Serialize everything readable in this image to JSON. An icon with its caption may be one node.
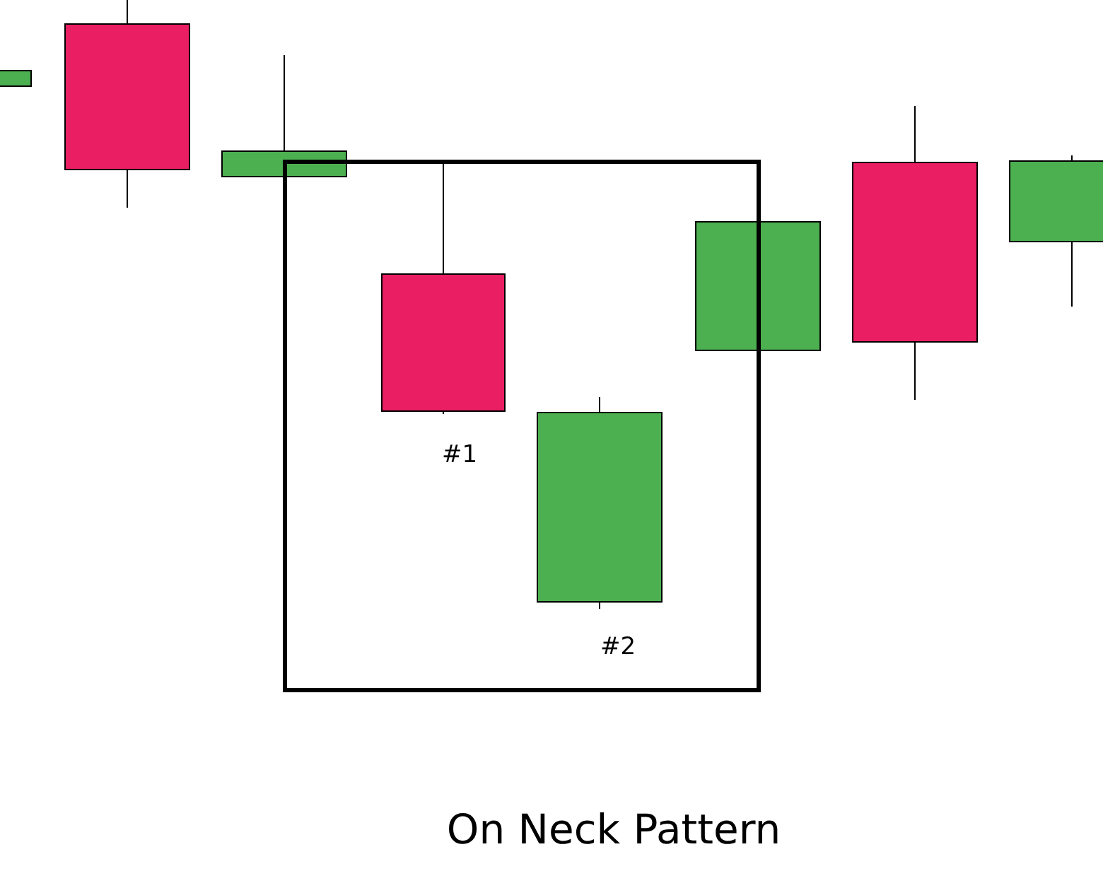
{
  "diagram": {
    "caption": "On Neck Pattern",
    "labels": [
      "#1",
      "#2"
    ]
  }
}
